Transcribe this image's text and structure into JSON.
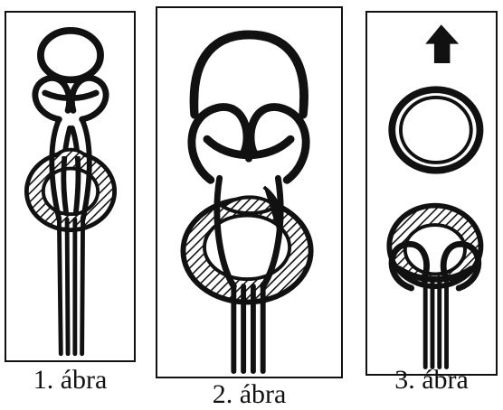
{
  "figures": [
    {
      "caption": "1. ábra"
    },
    {
      "caption": "2. ábra"
    },
    {
      "caption": "3. ábra"
    }
  ],
  "colors": {
    "ink": "#111111",
    "paper": "#ffffff"
  },
  "icons": [
    "hatched-ring-icon",
    "cord-strands-icon",
    "plain-ring-icon",
    "up-arrow-icon"
  ]
}
